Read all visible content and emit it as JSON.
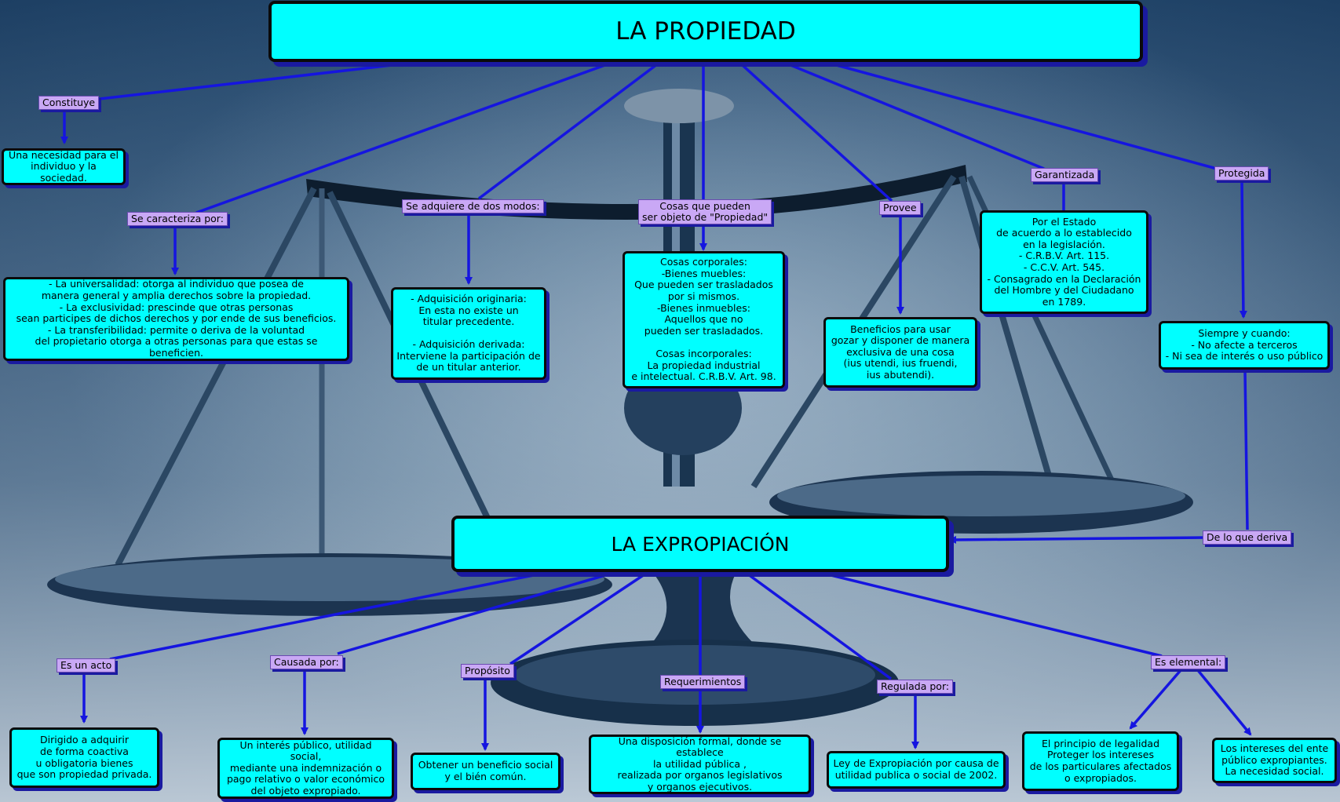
{
  "colors": {
    "node_fill": "#00ffff",
    "label_fill": "#c9a8f5",
    "connector": "#1515e0",
    "shadow": "#1a1aa0"
  },
  "propiedad": {
    "title": "LA PROPIEDAD",
    "labels": {
      "constituye": "Constituye",
      "se_caracteriza": "Se caracteriza por:",
      "se_adquiere": "Se adquiere de dos modos:",
      "cosas_objeto": "Cosas que pueden\nser objeto de \"Propiedad\"",
      "provee": "Provee",
      "garantizada": "Garantizada",
      "protegida": "Protegida"
    },
    "nodes": {
      "necesidad": "Una necesidad para el\nindividuo y la sociedad.",
      "caracteristicas": "- La universalidad: otorga al individuo que posea de\nmanera general y amplia derechos sobre la propiedad.\n- La exclusividad: prescinde que otras personas\nsean participes de dichos derechos y por ende de sus beneficios.\n- La transferibilidad: permite o deriva de la voluntad\ndel propietario otorga a otras personas para que estas se beneficien.",
      "adquisicion": "- Adquisición originaria:\nEn esta no existe un\ntitular precedente.\n\n- Adquisición derivada:\nInterviene la participación de\nde un titular anterior.",
      "cosas": "Cosas corporales:\n-Bienes muebles:\nQue pueden ser trasladados\npor si mismos.\n-Bienes inmuebles:\nAquellos que no\npueden ser trasladados.\n\nCosas incorporales:\nLa propiedad industrial\ne intelectual. C.R.B.V. Art. 98.",
      "beneficios": "Beneficios para usar\ngozar y disponer de manera\nexclusiva de una cosa\n(ius utendi, ius fruendi,\nius abutendi).",
      "estado": "Por el Estado\nde acuerdo a lo establecido\nen la legislación.\n- C.R.B.V. Art. 115.\n- C.C.V. Art. 545.\n- Consagrado en la Declaración\ndel Hombre y del Ciudadano\nen 1789.",
      "siempre": "Siempre y cuando:\n- No afecte a terceros\n- Ni sea de interés o uso público"
    }
  },
  "link_label": "De lo que deriva",
  "expropiacion": {
    "title": "LA EXPROPIACIÓN",
    "labels": {
      "es_un_acto": "Es un acto",
      "causada": "Causada por:",
      "proposito": "Propósito",
      "requerimientos": "Requerimientos",
      "regulada": "Regulada por:",
      "es_elemental": "Es elemental:"
    },
    "nodes": {
      "dirigido": "Dirigido a adquirir\nde forma coactiva\nu obligatoria bienes\nque son propiedad privada.",
      "interes": "Un interés público, utilidad social,\nmediante una indemnización o\npago relativo o valor económico\ndel objeto expropiado.",
      "obtener": "Obtener un beneficio social\ny el bién común.",
      "disposicion": "Una disposición formal, donde se establece\nla utilidad pública ,\nrealizada por organos legislativos\ny organos ejecutivos.",
      "ley": "Ley de Expropiación por causa de\nutilidad publica o social de 2002.",
      "principio": "El principio de legalidad\nProteger los intereses\nde los particulares afectados\no expropiados.",
      "intereses": "Los intereses del ente\npúblico expropiantes.\nLa necesidad social."
    }
  }
}
